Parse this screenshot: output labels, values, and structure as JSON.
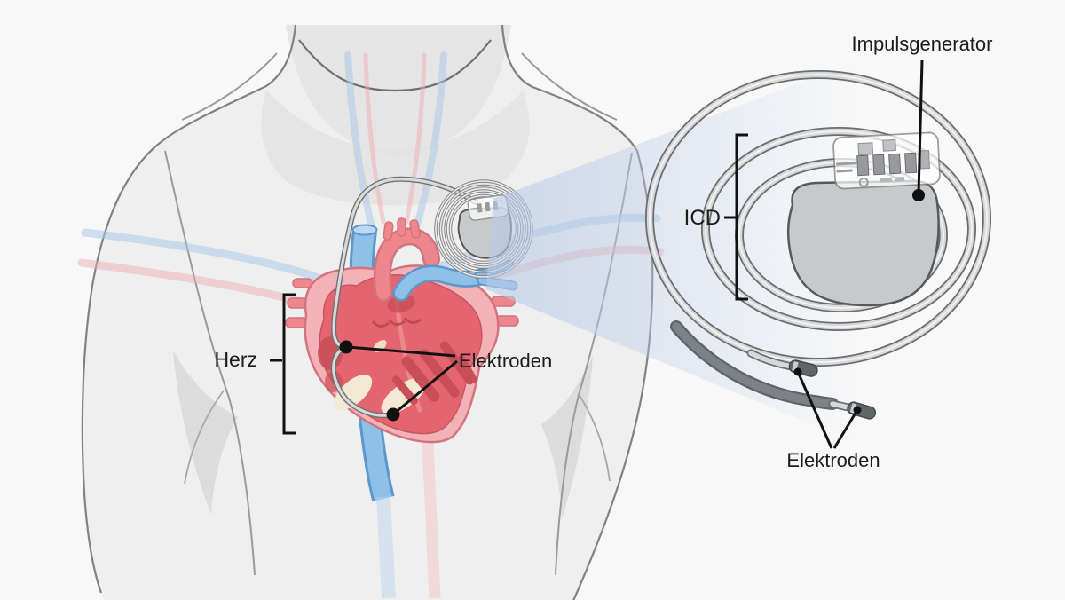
{
  "labels": {
    "herz": "Herz",
    "elektroden_heart": "Elektroden",
    "icd": "ICD",
    "impulsgenerator": "Impulsgenerator",
    "elektroden_device": "Elektroden"
  },
  "colors": {
    "background": "#f8f8f8",
    "torso": "#efefef",
    "torso_shade": "#e2e2e2",
    "torso_outline": "#828282",
    "vein_blue": "#8fc0e8",
    "vein_blue_dark": "#5d97cb",
    "artery_red": "#ee868d",
    "artery_red_dark": "#d2747e",
    "heart_wall": "#f3b2b7",
    "heart_chamber": "#e4656f",
    "heart_deep": "#c84e58",
    "chordae_cream": "#f3e8d3",
    "device_body": "#c7c9cb",
    "device_outline": "#58595b",
    "lead_light": "#d9dadb",
    "lead_dark": "#6f7173",
    "shock_coil": "#7d8286",
    "electrode_tip": "#606568",
    "zoom_beam": "#b8cbe7",
    "label_text": "#1c1c1c",
    "pointer_black": "#111111"
  }
}
